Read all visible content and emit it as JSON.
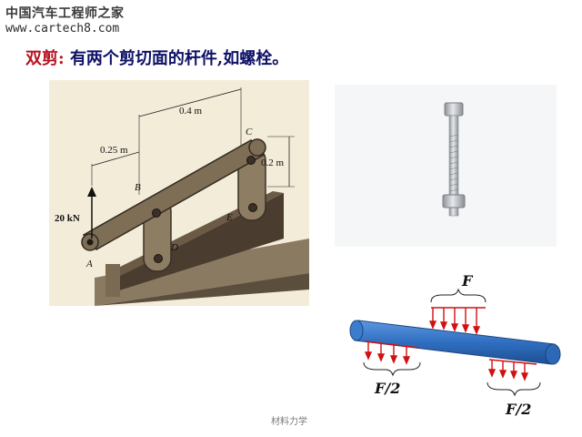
{
  "header": {
    "brand": "中国汽车工程师之家",
    "url": "www.cartech8.com"
  },
  "heading": {
    "term": "双剪:",
    "definition": "有两个剪切面的杆件,如螺栓。"
  },
  "figure_linkage": {
    "labels": {
      "dim_top": "0.4 m",
      "dim_left": "0.25 m",
      "dim_right": "0.2 m",
      "load": "20 kN",
      "point_a": "A",
      "point_b": "B",
      "point_c": "C",
      "point_d": "D",
      "point_e": "E"
    }
  },
  "figure_shear": {
    "labels": {
      "force_top": "F",
      "force_left": "F/2",
      "force_right": "F/2"
    },
    "colors": {
      "rod": "#2f6fc1",
      "arrows": "#d11111"
    }
  },
  "footer": {
    "text": "材料力学"
  }
}
